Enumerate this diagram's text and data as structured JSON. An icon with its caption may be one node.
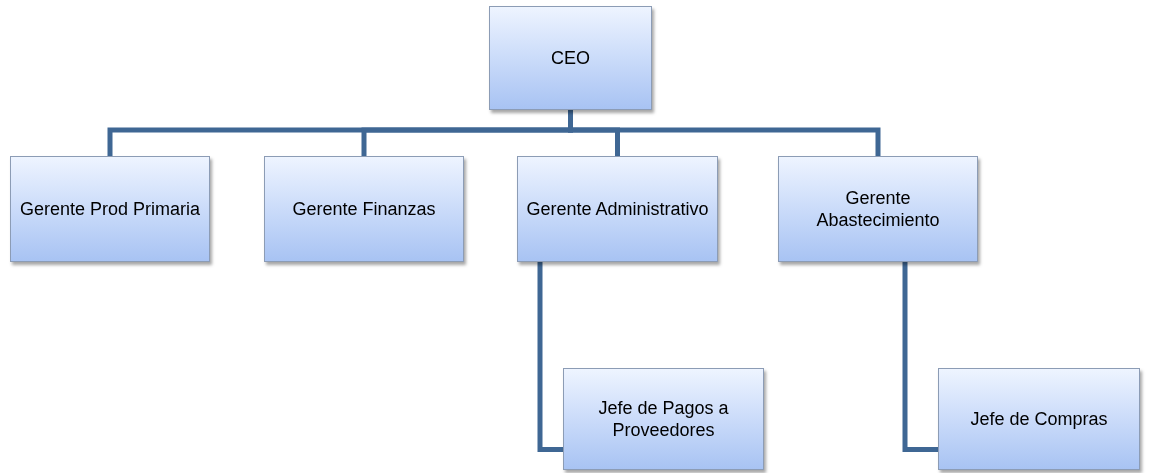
{
  "diagram": {
    "nodes": [
      {
        "text": [
          "CEO"
        ]
      },
      {
        "text": [
          "Gerente Prod Primaria"
        ]
      },
      {
        "text": [
          "Gerente Finanzas"
        ]
      },
      {
        "text": [
          "Gerente Administrativo"
        ]
      },
      {
        "text": [
          "Gerente Abastecimiento"
        ]
      },
      {
        "text": [
          "Jefe de Pagos a Proveedores"
        ]
      },
      {
        "text": [
          "Jefe de Compras"
        ]
      }
    ],
    "edges": [
      {
        "from": 0,
        "to": 1,
        "arrow": "none"
      },
      {
        "from": 0,
        "to": 2,
        "arrow": "none"
      },
      {
        "from": 0,
        "to": 3,
        "arrow": "none"
      },
      {
        "from": 0,
        "to": 4,
        "arrow": "none"
      },
      {
        "from": 3,
        "to": 5,
        "arrow": "none"
      },
      {
        "from": 4,
        "to": 6,
        "arrow": "none"
      }
    ]
  }
}
